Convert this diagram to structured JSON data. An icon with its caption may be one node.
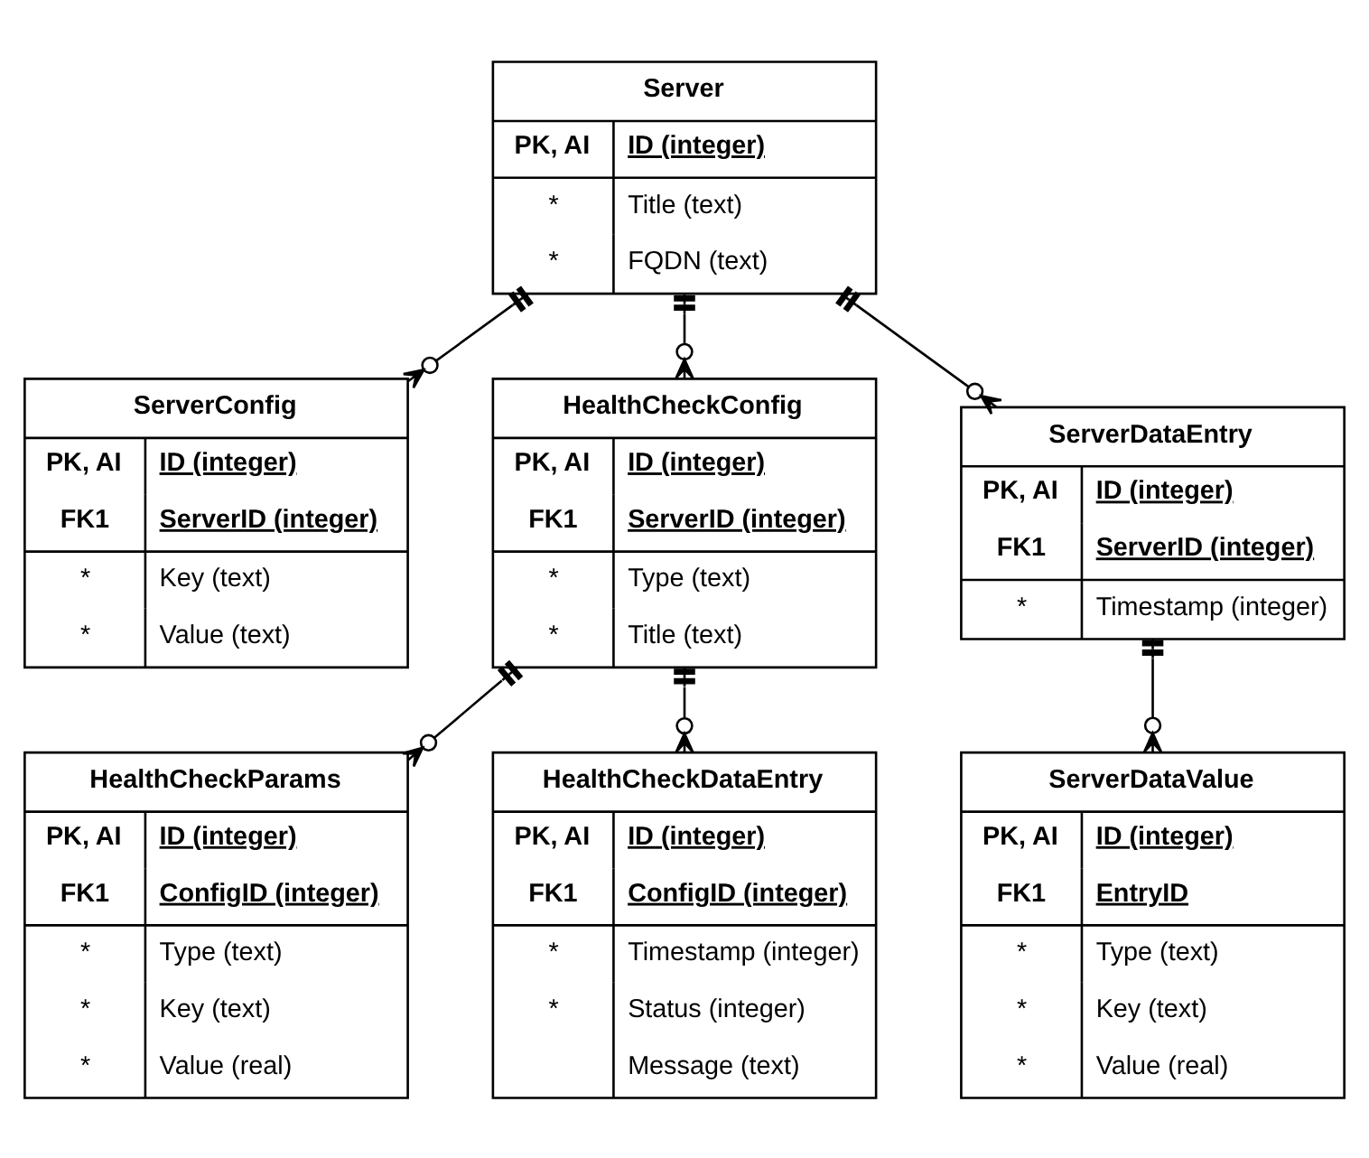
{
  "diagram": {
    "nodes": [
      {
        "text": [
          "Server",
          "PK, AI",
          "ID (integer)",
          "*",
          "Title (text)",
          "*",
          "FQDN (text)"
        ]
      },
      {
        "text": [
          "ServerConfig",
          "PK, AI",
          "ID (integer)",
          "FK1",
          "ServerID (integer)",
          "*",
          "Key (text)",
          "*",
          "Value (text)"
        ]
      },
      {
        "text": [
          "HealthCheckConfig",
          "PK, AI",
          "ID (integer)",
          "FK1",
          "ServerID (integer)",
          "*",
          "Type (text)",
          "*",
          "Title (text)"
        ]
      },
      {
        "text": [
          "ServerDataEntry",
          "PK, AI",
          "ID (integer)",
          "FK1",
          "ServerID (integer)",
          "*",
          "Timestamp (integer)"
        ]
      },
      {
        "text": [
          "HealthCheckParams",
          "PK, AI",
          "ID (integer)",
          "FK1",
          "ConfigID (integer)",
          "*",
          "Type (text)",
          "*",
          "Key (text)",
          "*",
          "Value (real)"
        ]
      },
      {
        "text": [
          "ServerDataValue",
          "PK, AI",
          "ID (integer)",
          "FK1",
          "EntryID",
          "*",
          "Type (text)",
          "*",
          "Key (text)",
          "*",
          "Value (real)"
        ]
      },
      {
        "text": [
          "HealthCheckDataEntry",
          "PK, AI",
          "ID (integer)",
          "FK1",
          "ConfigID (integer)",
          "*",
          "Timestamp (integer)",
          "*",
          "Status (integer)",
          "Message (text)"
        ]
      }
    ],
    "edges": [
      {
        "from": 0,
        "to": 1,
        "arrow": "other"
      },
      {
        "from": 0,
        "to": 2,
        "arrow": "other"
      },
      {
        "from": 0,
        "to": 3,
        "arrow": "other"
      },
      {
        "from": 3,
        "to": 5,
        "arrow": "other"
      },
      {
        "from": 2,
        "to": 4,
        "arrow": "other"
      },
      {
        "from": 2,
        "to": 6,
        "arrow": "other"
      }
    ]
  }
}
